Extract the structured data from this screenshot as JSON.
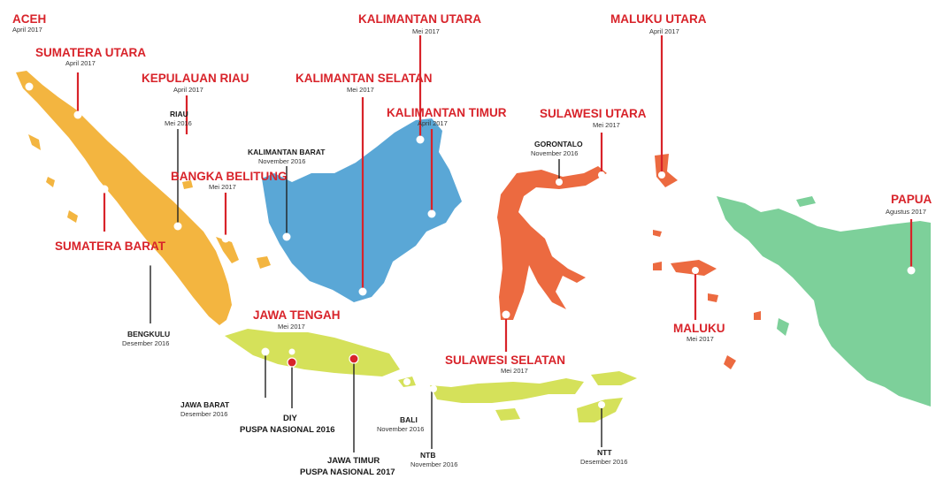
{
  "colors": {
    "sumatera": "#f3b540",
    "kalimantan": "#5aa7d6",
    "sulawesi_maluku": "#ec6a40",
    "jawa_nusa": "#d5e15a",
    "papua": "#7dd09a",
    "label_red": "#d8232a",
    "label_black": "#1a1a1a"
  },
  "labels": {
    "aceh": {
      "name": "ACEH",
      "date": "April 2017"
    },
    "sumut": {
      "name": "SUMATERA UTARA",
      "date": "April 2017"
    },
    "kepri": {
      "name": "KEPULAUAN RIAU",
      "date": "April 2017"
    },
    "riau": {
      "name": "RIAU",
      "date": "Mei 2016"
    },
    "babel": {
      "name": "BANGKA BELITUNG",
      "date": "Mei 2017"
    },
    "sumbar": {
      "name": "SUMATERA BARAT",
      "date": ""
    },
    "bengkulu": {
      "name": "BENGKULU",
      "date": "Desember 2016"
    },
    "kalbar": {
      "name": "KALIMANTAN BARAT",
      "date": "November 2016"
    },
    "kalsel": {
      "name": "KALIMANTAN SELATAN",
      "date": "Mei 2017"
    },
    "kaltara": {
      "name": "KALIMANTAN UTARA",
      "date": "Mei 2017"
    },
    "kaltim": {
      "name": "KALIMANTAN TIMUR",
      "date": "April 2017"
    },
    "jateng": {
      "name": "JAWA TENGAH",
      "date": "Mei 2017"
    },
    "jabar": {
      "name": "JAWA BARAT",
      "date": "Desember 2016"
    },
    "diy": {
      "name": "DIY",
      "date": "PUSPA NASIONAL 2016"
    },
    "jatim": {
      "name": "JAWA TIMUR",
      "date": "PUSPA NASIONAL 2017"
    },
    "bali": {
      "name": "BALI",
      "date": "November 2016"
    },
    "ntb": {
      "name": "NTB",
      "date": "November 2016"
    },
    "ntt": {
      "name": "NTT",
      "date": "Desember 2016"
    },
    "gorontalo": {
      "name": "GORONTALO",
      "date": "November 2016"
    },
    "sulut": {
      "name": "SULAWESI UTARA",
      "date": "Mei 2017"
    },
    "sulsel": {
      "name": "SULAWESI SELATAN",
      "date": "Mei 2017"
    },
    "malut": {
      "name": "MALUKU UTARA",
      "date": "April 2017"
    },
    "maluku": {
      "name": "MALUKU",
      "date": "Mei 2017"
    },
    "papua": {
      "name": "PAPUA",
      "date": "Agustus 2017"
    }
  }
}
